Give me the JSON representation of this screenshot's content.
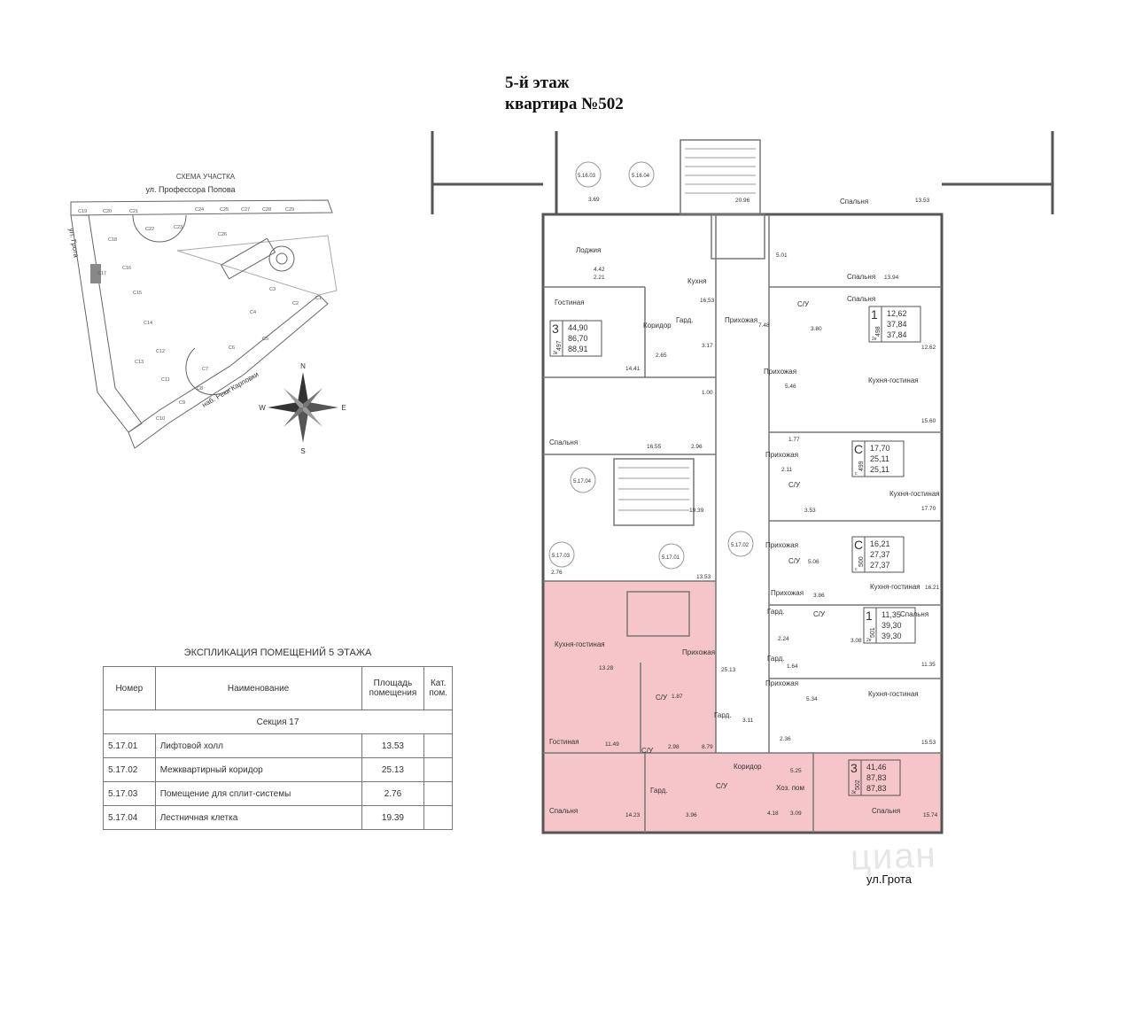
{
  "title": {
    "floor": "5-й этаж",
    "apartment": "квартира №502"
  },
  "street_label": "ул.Грота",
  "watermark": "циан",
  "site_plan": {
    "title": "СХЕМА УЧАСТКА",
    "street_top": "ул. Профессора Попова",
    "street_left": "ул. Грота",
    "street_bottom": "наб. Реки Карповки",
    "compass": [
      "N",
      "E",
      "S",
      "W"
    ],
    "sections": [
      "С19",
      "С20",
      "С21",
      "С22",
      "С23",
      "С24",
      "С25",
      "С27",
      "С28",
      "С29",
      "С26",
      "С18",
      "С16",
      "С17",
      "С15",
      "С14",
      "С13",
      "С12",
      "С11",
      "С10",
      "С9",
      "С8",
      "С7",
      "С6",
      "С5",
      "С4",
      "С3",
      "С2",
      "С1"
    ]
  },
  "explication": {
    "title": "ЭКСПЛИКАЦИЯ ПОМЕЩЕНИЙ 5 ЭТАЖА",
    "headers": [
      "Номер",
      "Наименование",
      "Площадь помещения",
      "Кат. пом."
    ],
    "section": "Секция 17",
    "rows": [
      [
        "5.17.01",
        "Лифтовой холл",
        "13.53",
        ""
      ],
      [
        "5.17.02",
        "Межквартирный коридор",
        "25.13",
        ""
      ],
      [
        "5.17.03",
        "Помещение для сплит-системы",
        "2.76",
        ""
      ],
      [
        "5.17.04",
        "Лестничная клетка",
        "19.39",
        ""
      ]
    ]
  },
  "floor_plan": {
    "highlight_color": "#f5c5c9",
    "apartments": [
      {
        "rooms": "3",
        "number": "497",
        "type": "3к",
        "areas": [
          "44,90",
          "86,70",
          "88,91"
        ]
      },
      {
        "rooms": "1",
        "number": "498",
        "type": "2е",
        "areas": [
          "12,62",
          "37,84",
          "37,84"
        ]
      },
      {
        "rooms": "С",
        "number": "499",
        "type": "с",
        "areas": [
          "17,70",
          "25,11",
          "25,11"
        ]
      },
      {
        "rooms": "С",
        "number": "500",
        "type": "с",
        "areas": [
          "16,21",
          "27,37",
          "27,37"
        ]
      },
      {
        "rooms": "1",
        "number": "501",
        "type": "2е",
        "areas": [
          "11,35",
          "39,30",
          "39,30"
        ]
      },
      {
        "rooms": "3",
        "number": "502",
        "type": "3к",
        "areas": [
          "41,46",
          "87,83",
          "87,83"
        ]
      }
    ],
    "labels": {
      "gostinaya": "Гостиная",
      "koridor": "Коридор",
      "kuhnya": "Кухня",
      "lodzhiya": "Лоджия",
      "prihozhaya": "Прихожая",
      "spalnya": "Спальня",
      "gard": "Гард.",
      "su": "С/У",
      "kg": "Кухня-гостиная",
      "hoz": "Хоз. пом"
    },
    "codes": [
      "5.16.03",
      "5.16.04",
      "5.17.04",
      "5.17.03",
      "5.17.01",
      "5.17.02"
    ],
    "numbers": {
      "n369": "3.69",
      "n2096": "20.96",
      "n1353a": "13.53",
      "n442": "4.42",
      "n221": "2.21",
      "n501": "5.01",
      "n1653": "16,53",
      "n1394": "13.94",
      "n748": "7.48",
      "n380": "3.80",
      "n317": "3.17",
      "n265": "2.65",
      "n1441": "14.41",
      "n100": "1.00",
      "n546": "5.46",
      "n1262": "12.62",
      "n1560": "15.60",
      "n1655": "16.55",
      "n296": "2.96",
      "n177": "1.77",
      "n211": "2.11",
      "n353": "3.53",
      "n1770": "17.70",
      "n1939": "19.39",
      "n506": "5.06",
      "n1621": "16.21",
      "n276": "2.76",
      "n1353b": "13.53",
      "n386": "3.86",
      "n1328": "13.28",
      "n224": "2.24",
      "n308": "3.08",
      "n1135": "11.35",
      "n164": "1.64",
      "n2513": "25.13",
      "n534": "5.34",
      "n1149": "11.49",
      "n298": "2.98",
      "n879": "8.79",
      "n311": "3.11",
      "n236": "2.36",
      "n1553": "15.53",
      "n525": "5.25",
      "n1423": "14.23",
      "n396": "3.96",
      "n418": "4.18",
      "n309": "3.09",
      "n1574": "15.74",
      "n187": "1.87"
    }
  }
}
